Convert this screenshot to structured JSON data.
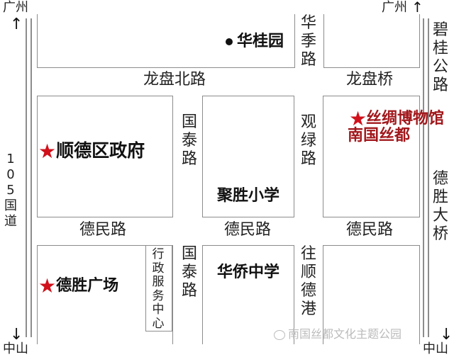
{
  "colors": {
    "road": "#8c8c8c",
    "star": "#d0111b",
    "highlight_text": "#a1181c"
  },
  "top_left": {
    "label": "广州",
    "arrow": "↑"
  },
  "top_right": {
    "label": "广州",
    "arrow": "↑"
  },
  "bottom_left": {
    "label": "中山",
    "arrow": "↓"
  },
  "bottom_right": {
    "label": "中山",
    "arrow": "↓"
  },
  "roads": {
    "longpan_bei": "龙盘北路",
    "longpan_qiao": "龙盘桥",
    "huaji": "华季路",
    "guantai_upper": "国泰路",
    "guantai_lower": "国泰路",
    "guanlu": "观绿路",
    "demin_left": "德民路",
    "demin_mid": "德民路",
    "demin_right": "德民路",
    "national_105": "105国道",
    "bigui": "碧桂公路",
    "desheng_bridge": "德胜大桥",
    "to_shunde_port": "往顺德港"
  },
  "poi": {
    "huaguiyuan": "华桂园",
    "gov": "顺德区政府",
    "jusheng_school": "聚胜小学",
    "silk_museum": "丝绸博物馆",
    "silk_museum_sub": "南国丝都",
    "desheng_plaza": "德胜广场",
    "admin_center": "行政服务中心",
    "huaqiao_school": "华侨中学"
  },
  "watermark": "南国丝都文化主题公园",
  "icons": {
    "star": "★",
    "dot": "dot-marker",
    "watermark_logo": "wechat-icon"
  }
}
